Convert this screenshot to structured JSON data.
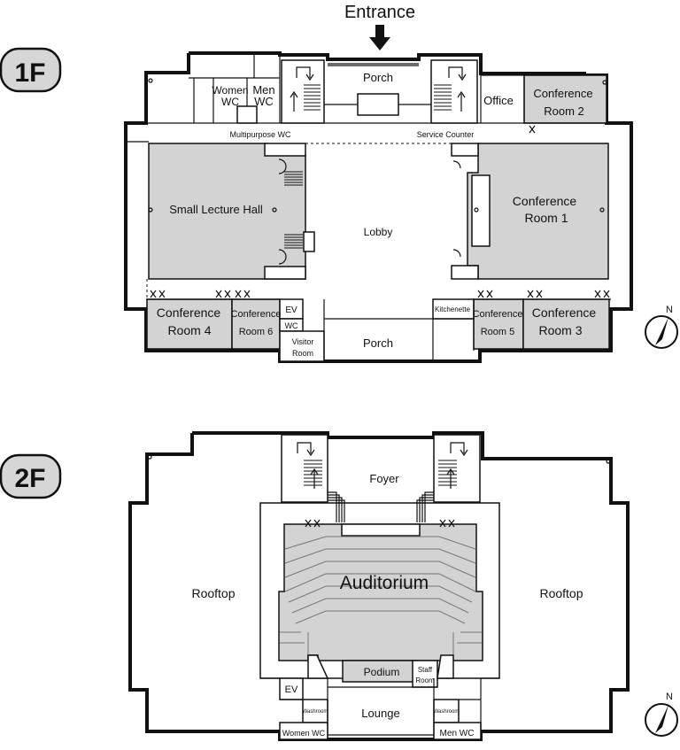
{
  "entrance_label": "Entrance",
  "floors": [
    {
      "badge": "1F",
      "rooms": {
        "porch_north": "Porch",
        "women_wc": [
          "Women",
          "WC"
        ],
        "men_wc": [
          "Men",
          "WC"
        ],
        "office": "Office",
        "conference_room_2": [
          "Conference",
          "Room 2"
        ],
        "multipurpose_wc": "Multipurpose WC",
        "service_counter": "Service Counter",
        "small_lecture_hall": "Small Lecture Hall",
        "lobby": "Lobby",
        "conference_room_1": [
          "Conference",
          "Room 1"
        ],
        "conference_room_4": [
          "Conference",
          "Room 4"
        ],
        "conference_room_6": [
          "Conference",
          "Room 6"
        ],
        "ev": "EV",
        "wc": "WC",
        "visitor_room": [
          "Visitor",
          "Room"
        ],
        "porch_south": "Porch",
        "kitchenette": "Kitchenette",
        "conference_room_5": [
          "Conference",
          "Room 5"
        ],
        "conference_room_3": [
          "Conference",
          "Room 3"
        ]
      },
      "compass": "N"
    },
    {
      "badge": "2F",
      "rooms": {
        "foyer": "Foyer",
        "rooftop_west": "Rooftop",
        "auditorium": "Auditorium",
        "rooftop_east": "Rooftop",
        "podium": "Podium",
        "staff_room": [
          "Staff",
          "Room"
        ],
        "ev": "EV",
        "washroom_west": "Washroom",
        "lounge": "Lounge",
        "washroom_east": "Washroom",
        "women_wc": "Women WC",
        "men_wc": "Men WC"
      },
      "compass": "N"
    }
  ],
  "colors": {
    "room_fill": "#d3d3d3",
    "wall": "#111111",
    "badge_fill": "#d6d6d6"
  }
}
